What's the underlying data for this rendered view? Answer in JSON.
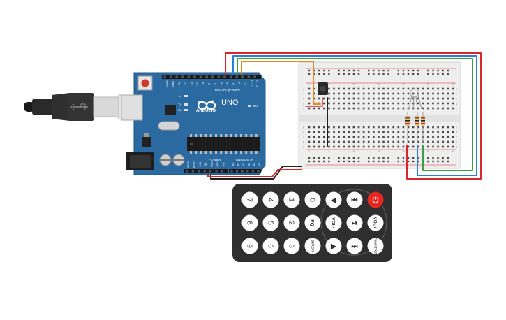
{
  "arduino": {
    "brand": "ARDUINO",
    "model": "UNO",
    "digital_header": "DIGITAL (PWM~)",
    "power_label": "POWER",
    "analog_label": "ANALOG IN",
    "on_label": "ON",
    "led_labels": [
      "L",
      "TX",
      "RX"
    ],
    "digital_pins": [
      "AREF",
      "GND",
      "13",
      "12",
      "~11",
      "~10",
      "~9",
      "8",
      "7",
      "~6",
      "~5",
      "4",
      "~3",
      "2",
      "TX→1",
      "RX←0"
    ],
    "power_pins": [
      "IOREF",
      "RESET",
      "3.3V",
      "5V",
      "GND",
      "GND",
      "Vin"
    ],
    "analog_pins": [
      "A0",
      "A1",
      "A2",
      "A3",
      "A4",
      "A5"
    ]
  },
  "breadboard": {
    "columns": [
      "1",
      "",
      "",
      "",
      "5",
      "",
      "",
      "",
      "",
      "10",
      "",
      "",
      "",
      "",
      "15",
      "",
      "",
      "",
      "",
      "20",
      "",
      "",
      "",
      "",
      "25",
      "",
      "",
      "",
      "",
      "30"
    ],
    "rows_top": [
      "j",
      "i",
      "h",
      "g",
      "f"
    ],
    "rows_bottom": [
      "e",
      "d",
      "c",
      "b",
      "a"
    ]
  },
  "remote": {
    "buttons": [
      {
        "label": "7",
        "kind": "num"
      },
      {
        "label": "4",
        "kind": "num"
      },
      {
        "label": "1",
        "kind": "num"
      },
      {
        "label": "0",
        "kind": "num"
      },
      {
        "label": "◀",
        "kind": "sym"
      },
      {
        "label": "⏮",
        "kind": "sym"
      },
      {
        "label": "⏻",
        "kind": "power"
      },
      {
        "label": "8",
        "kind": "num"
      },
      {
        "label": "5",
        "kind": "num"
      },
      {
        "label": "2",
        "kind": "num"
      },
      {
        "label": "EQ",
        "kind": "txt"
      },
      {
        "label": "VOL-",
        "kind": "txt"
      },
      {
        "label": "⏯",
        "kind": "sym"
      },
      {
        "label": "VOL+",
        "kind": "txt"
      },
      {
        "label": "9",
        "kind": "num"
      },
      {
        "label": "6",
        "kind": "num"
      },
      {
        "label": "3",
        "kind": "num"
      },
      {
        "label": "ST/REPT",
        "kind": "txt"
      },
      {
        "label": "▶",
        "kind": "sym"
      },
      {
        "label": "⏭",
        "kind": "sym"
      },
      {
        "label": "FUNC/STOP",
        "kind": "txt"
      }
    ]
  },
  "colors": {
    "board": "#2b6aa1",
    "wire_red": "#d9262a",
    "wire_green": "#3aa14a",
    "wire_blue": "#2b7fd8",
    "wire_orange": "#e6891e",
    "wire_black": "#222222",
    "remote_body": "#2f2f2f",
    "remote_power": "#e8261f"
  },
  "icons": [
    "usb-cable-icon",
    "reset-button-icon",
    "ir-receiver-icon",
    "rgb-led-icon",
    "resistor-icon",
    "power-icon"
  ]
}
